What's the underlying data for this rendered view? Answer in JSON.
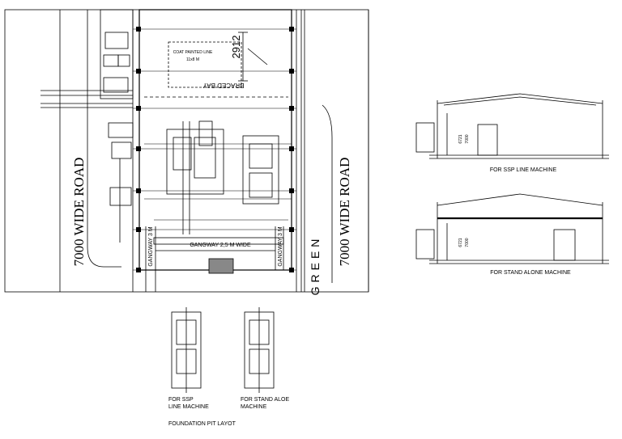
{
  "plan": {
    "road_left": "7000 WIDE ROAD",
    "road_right": "7000 WIDE ROAD",
    "green": "GREEN",
    "gangway_horizontal": "GANGWAY 2,5 M WIDE",
    "gangway_left": "GANGWAY 3 M",
    "gangway_right": "GANGWAY 3 M",
    "braced_bay": "BRACED BAY",
    "coat_line_1": "COAT PAINTED LINE",
    "coat_line_2": "11x8 M",
    "dimension": "2912"
  },
  "sections": {
    "ssp_caption": "FOR SSP LINE MACHINE",
    "stand_alone_caption": "FOR STAND ALONE MACHINE",
    "ssp_dim_a": "6721",
    "ssp_dim_b": "7000",
    "stand_dim_a": "6721",
    "stand_dim_b": "7000"
  },
  "foundation": {
    "ssp_label_1": "FOR SSP",
    "ssp_label_2": "LINE MACHINE",
    "stand_label_1": "FOR STAND ALOE",
    "stand_label_2": "MACHINE",
    "title": "FOUNDATION PIT LAYOT"
  },
  "colors": {
    "line": "#000000",
    "hatch": "#555555",
    "background": "#ffffff"
  }
}
